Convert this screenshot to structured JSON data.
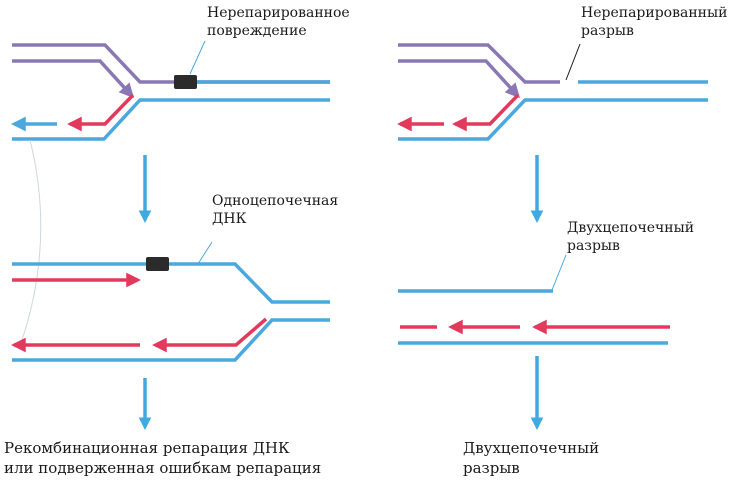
{
  "colors": {
    "blue_strand": "#4aa8de",
    "purple_strand": "#8a78b4",
    "red_strand": "#e23a5c",
    "arrow": "#3fa9e0",
    "lesion": "#2b2b2b"
  },
  "left_panel": {
    "top_label_line1": "Нерепарированное",
    "top_label_line2": "повреждение",
    "middle_label_line1": "Одноцепочечная",
    "middle_label_line2": "ДНК",
    "bottom_caption_line1": "Рекомбинационная репарация ДНК",
    "bottom_caption_line2": "или подверженная ошибкам репарация"
  },
  "right_panel": {
    "top_label_line1": "Нерепарированный",
    "top_label_line2": "разрыв",
    "middle_label_line1": "Двухцепочечный",
    "middle_label_line2": "разрыв",
    "bottom_caption_line1": "Двухцепочечный",
    "bottom_caption_line2": "разрыв"
  }
}
